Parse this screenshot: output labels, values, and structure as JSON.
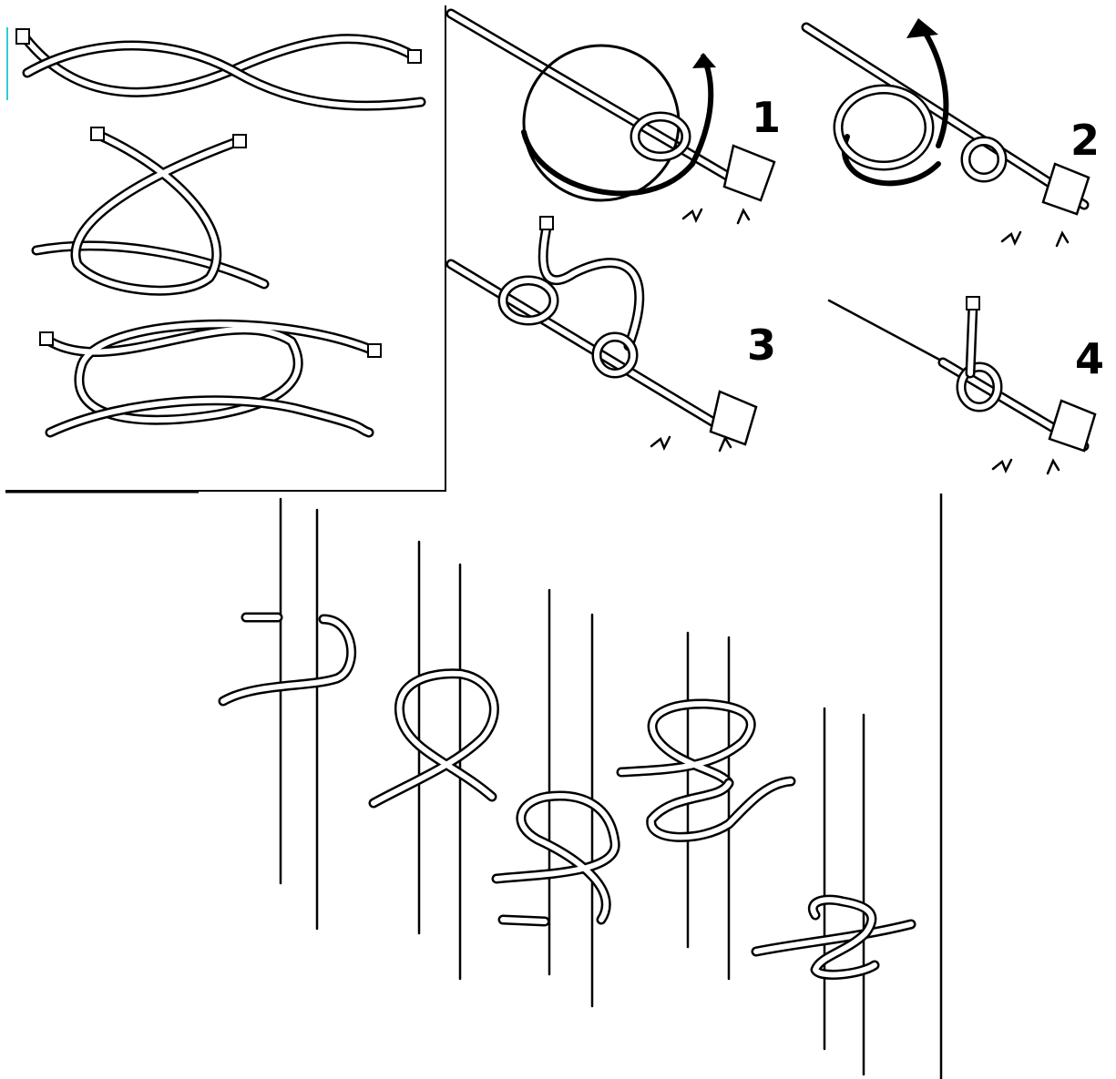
{
  "peg_steps": [
    "1",
    "2",
    "3",
    "4"
  ]
}
